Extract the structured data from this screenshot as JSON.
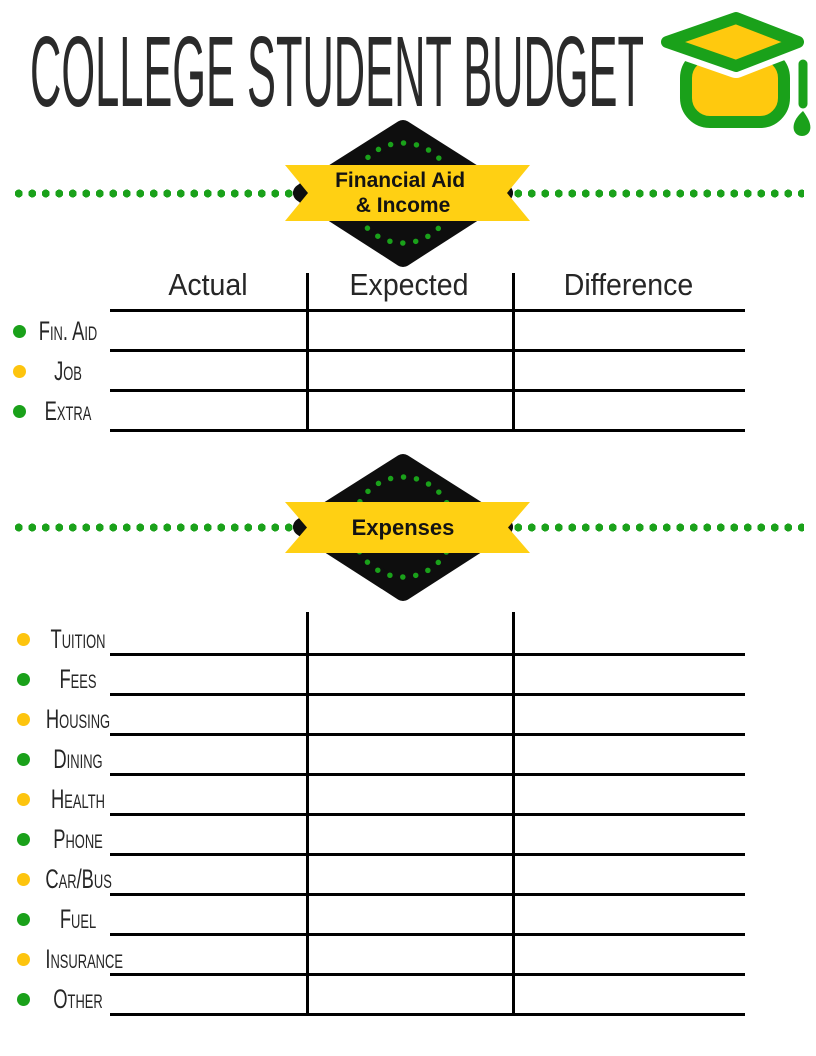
{
  "palette": {
    "green": "#1aa11a",
    "yellow_ribbon": "#ffd013",
    "yellow_dot": "#fdc40e",
    "cap_yellow": "#ffc90e",
    "diamond": "#0e0e0e",
    "ink": "#262626",
    "line": "#000000"
  },
  "header": {
    "title": "COLLEGE STUDENT BUDGET"
  },
  "income_section": {
    "banner_line1": "Financial Aid",
    "banner_line2": "& Income",
    "headers": [
      "Actual",
      "Expected",
      "Difference"
    ],
    "rows": [
      {
        "label": "Fin. Aid",
        "dot": "green"
      },
      {
        "label": "Job",
        "dot": "yellow"
      },
      {
        "label": "Extra",
        "dot": "green"
      }
    ]
  },
  "expenses_section": {
    "banner": "Expenses",
    "rows": [
      {
        "label": "Tuition",
        "dot": "yellow"
      },
      {
        "label": "Fees",
        "dot": "green"
      },
      {
        "label": "Housing",
        "dot": "yellow"
      },
      {
        "label": "Dining",
        "dot": "green"
      },
      {
        "label": "Health",
        "dot": "yellow"
      },
      {
        "label": "Phone",
        "dot": "green"
      },
      {
        "label": "Car/Bus",
        "dot": "yellow"
      },
      {
        "label": "Fuel",
        "dot": "green"
      },
      {
        "label": "Insurance",
        "dot": "yellow"
      },
      {
        "label": "Other",
        "dot": "green"
      }
    ]
  }
}
